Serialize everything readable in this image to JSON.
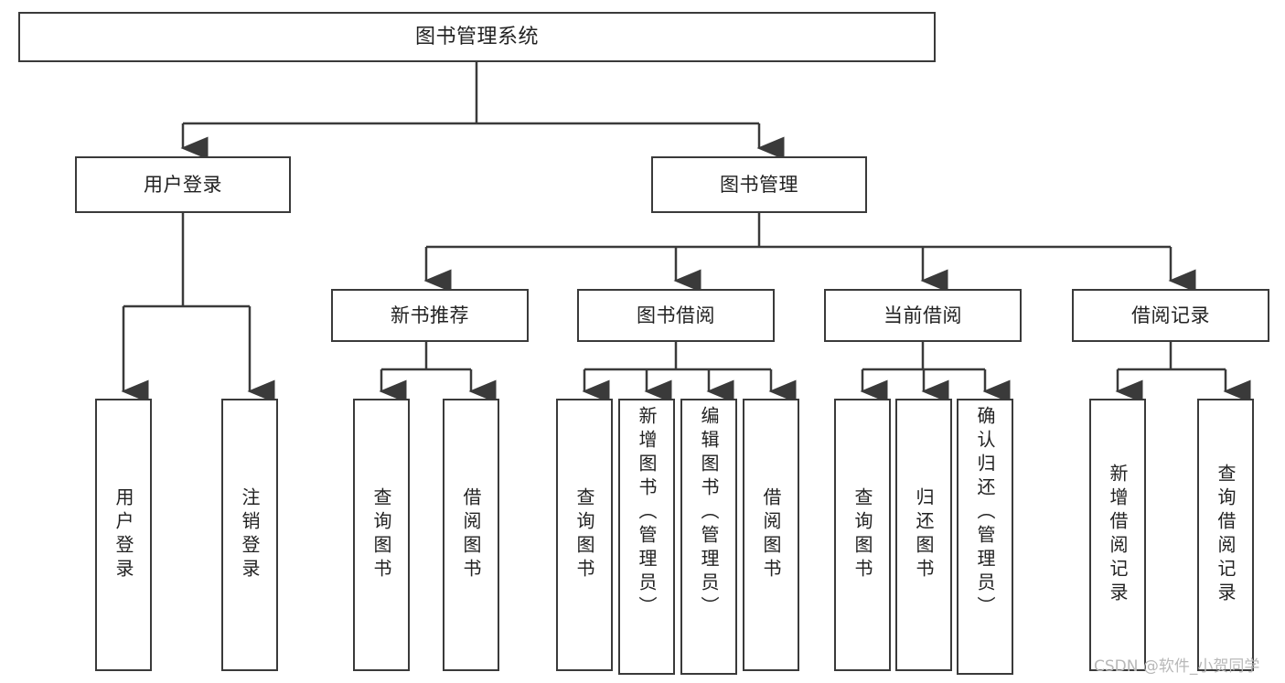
{
  "diagram": {
    "title": "图书管理系统",
    "watermark": "CSDN @软件_小贺同学",
    "line_color": "#3a3a3a",
    "box_fill": "#ffffff",
    "text_color": "#222222",
    "watermark_color": "#b8b8b8"
  },
  "nodes": {
    "root": {
      "label": "图书管理系统"
    },
    "level1": [
      {
        "label": "用户登录"
      },
      {
        "label": "图书管理"
      }
    ],
    "level2": [
      {
        "label": "新书推荐"
      },
      {
        "label": "图书借阅"
      },
      {
        "label": "当前借阅"
      },
      {
        "label": "借阅记录"
      }
    ],
    "leaves": {
      "user_login": [
        {
          "label": "用户登录"
        },
        {
          "label": "注销登录"
        }
      ],
      "new_book": [
        {
          "label": "查询图书"
        },
        {
          "label": "借阅图书"
        }
      ],
      "book_borrow": [
        {
          "label": "查询图书"
        },
        {
          "label": "新增图书（管理员）"
        },
        {
          "label": "编辑图书（管理员）"
        },
        {
          "label": "借阅图书"
        }
      ],
      "current_borrow": [
        {
          "label": "查询图书"
        },
        {
          "label": "归还图书"
        },
        {
          "label": "确认归还（管理员）"
        }
      ],
      "borrow_record": [
        {
          "label": "新增借阅记录"
        },
        {
          "label": "查询借阅记录"
        }
      ]
    }
  }
}
